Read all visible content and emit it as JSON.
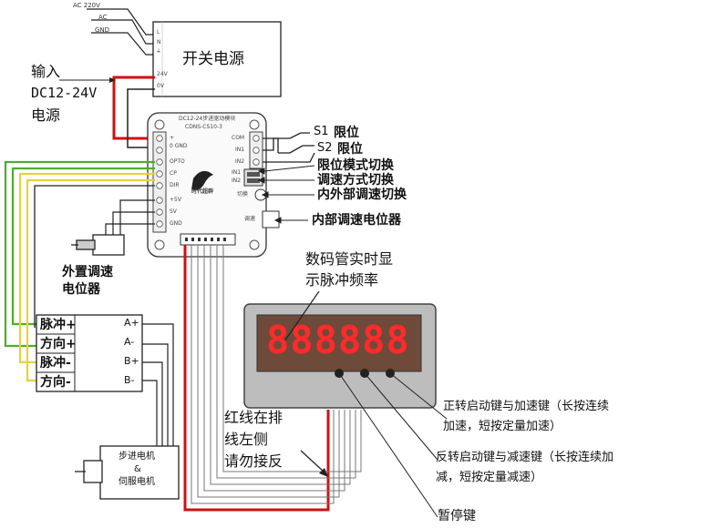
{
  "power_input": {
    "ac_220v": "AC 220V",
    "ac": "AC",
    "gnd": "GND",
    "pin_l": "L",
    "pin_n": "N",
    "pin_earth": "⏚",
    "out_24v": "24V",
    "out_0v": "0V"
  },
  "power_supply": {
    "title": "开关电源"
  },
  "dc_input": {
    "line1": "输入",
    "line2": "DC12-24V",
    "line3": "电源"
  },
  "board": {
    "title": "DC12-24步进驱动模块",
    "model": "CDNS-CS10-3",
    "logo_text": "时代超群",
    "left_pins": [
      "+",
      "0 GND",
      "OPTO",
      "CP",
      "DIR",
      "+5V",
      "SV",
      "GND"
    ],
    "right_pins": [
      "COM",
      "IN1",
      "IN2"
    ],
    "switch_labels": [
      "IN1",
      "IN2",
      "切换"
    ],
    "pot_label": "调速"
  },
  "limits": {
    "s1": "S1",
    "s2": "S2",
    "limit": "限位"
  },
  "annotations": {
    "limit_mode": "限位模式切换",
    "speed_mode": "调速方式切换",
    "int_ext": "内外部调速切换",
    "internal_pot": "内部调速电位器",
    "external_pot": "外置调速电位器"
  },
  "driver_box": {
    "left": [
      "脉冲+",
      "方向+",
      "脉冲-",
      "方向-"
    ],
    "right": [
      "A+",
      "A-",
      "B+",
      "B-"
    ]
  },
  "motor": {
    "line1": "步进电机",
    "line2": "&",
    "line3": "伺服电机"
  },
  "display": {
    "digits": "888888",
    "caption_line1": "数码管实时显",
    "caption_line2": "示脉冲频率"
  },
  "ribbon_note": {
    "line1": "红线在排",
    "line2": "线左侧",
    "line3": "请勿接反"
  },
  "keys": {
    "fwd_line1": "正转启动键与加速键（长按连续",
    "fwd_line2": "加速，短按定量加速）",
    "rev_line1": "反转启动键与减速键（长按连续加",
    "rev_line2": "减，短按定量减速）",
    "pause": "暂停键"
  },
  "colors": {
    "red_wire": "#d01010",
    "green_wire": "#4caf2a",
    "yellow_wire": "#e8d23a",
    "display_face": "#6e4a3a",
    "digit_red": "#ff2a2a"
  }
}
